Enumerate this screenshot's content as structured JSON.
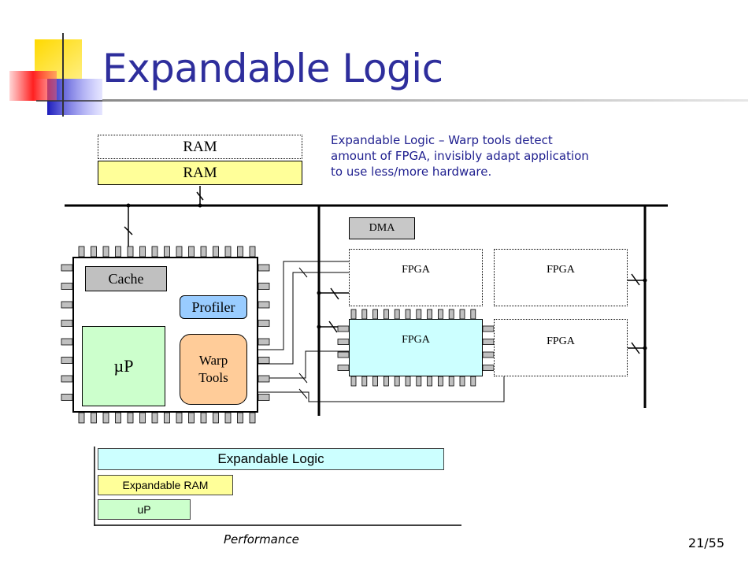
{
  "slide": {
    "title": "Expandable Logic",
    "caption": "Expandable Logic – Warp tools detect amount of FPGA, invisibly adapt application to use less/more hardware.",
    "page_number": "21/55"
  },
  "diagram": {
    "ram_top": "RAM",
    "ram_bottom": "RAM",
    "dma": "DMA",
    "cache": "Cache",
    "profiler": "Profiler",
    "up": "µP",
    "warp_tools": "Warp\nTools",
    "fpga_1": "FPGA",
    "fpga_2": "FPGA",
    "fpga_3": "FPGA",
    "fpga_4": "FPGA"
  },
  "performance": {
    "bars": [
      "Expandable Logic",
      "Expandable RAM",
      "uP"
    ],
    "axis_label": "Performance"
  },
  "colors": {
    "title": "#2e2e9c",
    "ram_fill": "#ffff99",
    "cache_fill": "#c0c0c0",
    "profiler_fill": "#99ccff",
    "up_fill": "#ccffcc",
    "warp_fill": "#ffcc99",
    "fpga_fill": "#ccffff",
    "perf_logic_fill": "#ccffff",
    "perf_ram_fill": "#ffff99",
    "perf_up_fill": "#ccffcc"
  },
  "icons": [
    "logo-squares-icon"
  ]
}
